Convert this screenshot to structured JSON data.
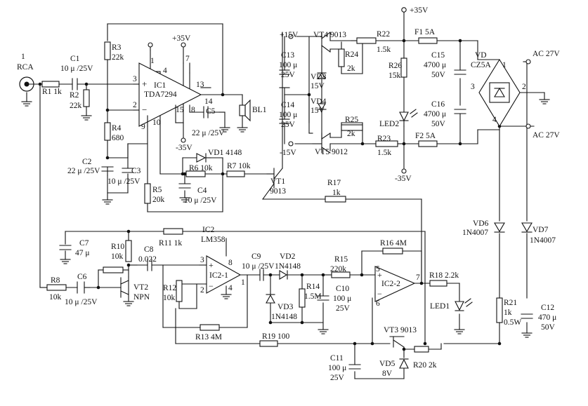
{
  "labels": {
    "p1": "1",
    "rca": "RCA",
    "r1": "R1  1k",
    "c1": "C1",
    "c1v": "10 μ /25V",
    "r2": "R2",
    "r2v": "22k",
    "r3": "R3",
    "r3v": "22k",
    "r4": "R4",
    "r4v": "680",
    "c2": "C2",
    "c2v": "22 μ /25V",
    "c3": "C3",
    "c3v": "10 μ /25V",
    "r5": "R5",
    "r5v": "20k",
    "ic1": "IC1",
    "ic1n": "TDA7294",
    "p35a": "+35V",
    "m35a": "-35V",
    "pin3": "3",
    "pin2": "2",
    "pin4": "4",
    "pin1": "1",
    "pin7": "7",
    "pin13": "13",
    "pin14": "14",
    "pin15": "15",
    "pin8": "8",
    "pin9": "9",
    "pin10": "10",
    "c5": "C5",
    "c5v": "22 μ /25V",
    "bl1": "BL1",
    "vd1": "VD1  4148",
    "r6": "R6  10k",
    "r7": "R7  10k",
    "c4": "C4",
    "c4v": "10 μ /25V",
    "vt1": "VT1",
    "vt1n": "9013",
    "r17": "R17",
    "r17v": "1k",
    "p35": "+35V",
    "p15": "+15V",
    "m15": "-15V",
    "vt4": "VT4  9013",
    "vt5": "VT5  9012",
    "r22": "R22",
    "r22v": "1.5k",
    "r23": "R23",
    "r23v": "1.5k",
    "f1": "F1  5A",
    "f2": "F2  5A",
    "c13": "C13",
    "c13a": "100 μ",
    "c13b": "25V",
    "c14": "C14",
    "c14a": "100 μ",
    "c14b": "25V",
    "r24": "R24",
    "r24v": "2k",
    "r25": "R25",
    "r25v": "2k",
    "vd8": "VD8",
    "vd8v": "15V",
    "vd4": "VD4",
    "vd4v": "15V",
    "r26": "R26",
    "r26v": "15k",
    "led2": "LED2",
    "m35": "-35V",
    "c15": "C15",
    "c15a": "4700 μ",
    "c15b": "50V",
    "c16": "C16",
    "c16a": "4700 μ",
    "c16b": "50V",
    "vd": "VD",
    "vdn": "CZ5A",
    "ac1": "AC 27V",
    "ac2": "AC 27V",
    "b1": "1",
    "b2": "2",
    "b3": "3",
    "b4": "4",
    "vd6": "VD6",
    "vd6n": "1N4007",
    "vd7": "VD7",
    "vd7n": "1N4007",
    "r21": "R21",
    "r21a": "1k",
    "r21b": "0.5W",
    "c12": "C12",
    "c12a": "470 μ",
    "c12b": "50V",
    "c7": "C7",
    "c7v": "47 μ",
    "r11": "R11  1k",
    "r10": "R10",
    "r10v": "10k",
    "c8": "C8",
    "c8v": "0.022",
    "ic2": "IC2",
    "ic2n": "LM358",
    "ic21": "IC2-1",
    "p3": "3",
    "p2": "2",
    "p8": "8",
    "p4": "4",
    "r8": "R8",
    "r8v": "10k",
    "c6": "C6",
    "c6v": "10 μ /25V",
    "vt2": "VT2",
    "vt2n": "NPN",
    "r12": "R12",
    "r12v": "10k",
    "r13": "R13  4M",
    "c9": "C9",
    "c9v": "10 μ /25V",
    "vd2": "VD2",
    "vd2n": "1N4148",
    "vd3": "VD3",
    "vd3n": "1N4148",
    "r14": "R14",
    "r14v": "1.5M",
    "r15": "R15",
    "r15v": "220k",
    "c10": "C10",
    "c10a": "100 μ",
    "c10b": "25V",
    "r16": "R16  4M",
    "ic22": "IC2-2",
    "p5": "5",
    "p6": "6",
    "p7": "7",
    "r18": "R18  2.2k",
    "led1": "LED1",
    "r19": "R19  100",
    "vt3": "VT3  9013",
    "c11": "C11",
    "c11a": "100 μ",
    "c11b": "25V",
    "vd5": "VD5",
    "vd5v": "8V",
    "r20": "R20  2k"
  }
}
